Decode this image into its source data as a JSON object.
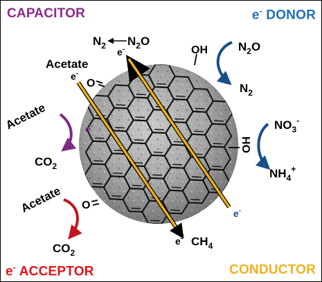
{
  "corners": {
    "capacitor": "CAPACITOR",
    "donor_e": "e",
    "donor_sup": "-",
    "donor_text": " DONOR",
    "acceptor_e": "e",
    "acceptor_sup": "-",
    "acceptor_text": " ACCEPTOR",
    "conductor": "CONDUCTOR"
  },
  "labels": {
    "n2_left": "N",
    "n2_left_sub": "2",
    "n2o_top": "N",
    "n2o_top_sub": "2",
    "n2o_top_o": "O",
    "e_top": "e",
    "e_top_sup": "-",
    "acetate_top": "Acetate",
    "e_upper_left": "e",
    "e_upper_left_sup": "-",
    "acetate_mid": "Acetate",
    "co2_mid": "CO",
    "co2_mid_sub": "2",
    "e_purple": "e",
    "e_purple_sup": "-",
    "acetate_low": "Acetate",
    "co2_low": "CO",
    "co2_low_sub": "2",
    "n2o_right": "N",
    "n2o_right_sub": "2",
    "n2o_right_o": "O",
    "n2_right": "N",
    "n2_right_sub": "2",
    "no3": "NO",
    "no3_sub": "3",
    "no3_sup": "-",
    "nh4": "NH",
    "nh4_sub": "4",
    "nh4_sup": "+",
    "e_right": "e",
    "e_right_sup": "-",
    "e_bottom": "e",
    "e_bottom_sup": "-",
    "ch4": "CH",
    "ch4_sub": "4",
    "oh_top": "OH",
    "oh_right": "OH",
    "o_upper": "O",
    "o_lower": "O"
  },
  "colors": {
    "capacitor": "#8b2a8c",
    "donor": "#1f6fb5",
    "acceptor": "#e0141b",
    "conductor": "#f2b11a",
    "purple_arrow": "#7e2c80",
    "red_arrow": "#c0161d",
    "blue_arrow": "#1a4e8a",
    "sphere": "#9a9a9a"
  }
}
